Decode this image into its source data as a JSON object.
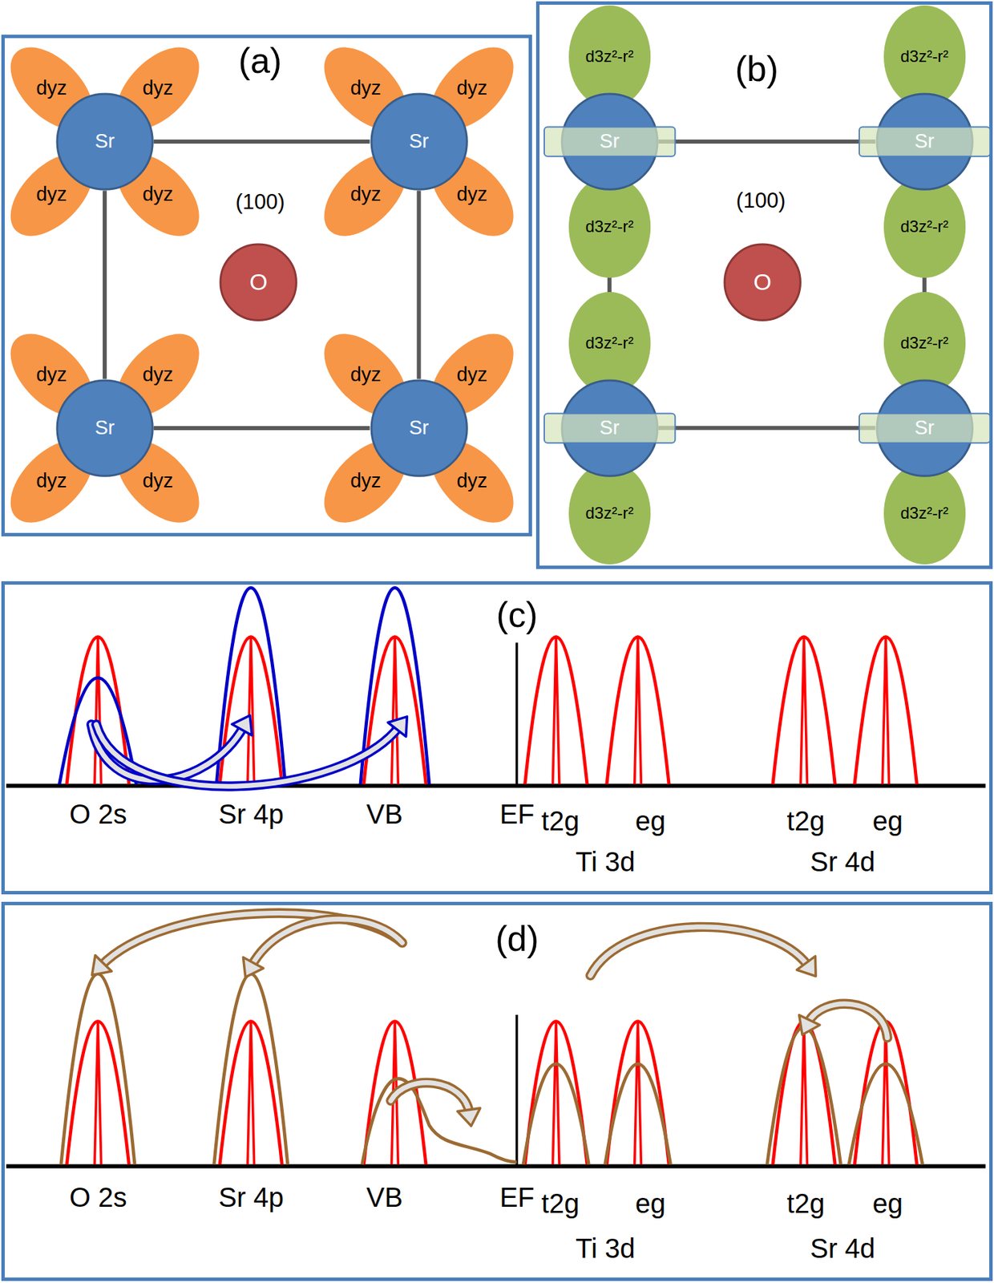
{
  "diagram": {
    "nodes": [
      {
        "text": [
          "(a)",
          "(100)"
        ]
      },
      {
        "text": [
          "Sr"
        ],
        "in": 0
      },
      {
        "text": [
          "Sr"
        ],
        "in": 0
      },
      {
        "text": [
          "Sr"
        ],
        "in": 0
      },
      {
        "text": [
          "Sr"
        ],
        "in": 0
      },
      {
        "text": [
          "dyz"
        ],
        "in": 0
      },
      {
        "text": [
          "dyz"
        ],
        "in": 0
      },
      {
        "text": [
          "dyz"
        ],
        "in": 0
      },
      {
        "text": [
          "dyz"
        ],
        "in": 0
      },
      {
        "text": [
          "dyz"
        ],
        "in": 0
      },
      {
        "text": [
          "dyz"
        ],
        "in": 0
      },
      {
        "text": [
          "dyz"
        ],
        "in": 0
      },
      {
        "text": [
          "dyz"
        ],
        "in": 0
      },
      {
        "text": [
          "dyz"
        ],
        "in": 0
      },
      {
        "text": [
          "dyz"
        ],
        "in": 0
      },
      {
        "text": [
          "dyz"
        ],
        "in": 0
      },
      {
        "text": [
          "dyz"
        ],
        "in": 0
      },
      {
        "text": [
          "dyz"
        ],
        "in": 0
      },
      {
        "text": [
          "dyz"
        ],
        "in": 0
      },
      {
        "text": [
          "dyz"
        ],
        "in": 0
      },
      {
        "text": [
          "dyz"
        ],
        "in": 0
      },
      {
        "text": [
          "O"
        ],
        "in": 0
      },
      {
        "text": [
          "(b)",
          "(100)"
        ]
      },
      {
        "text": [
          "Sr"
        ],
        "in": 22
      },
      {
        "text": [
          "Sr"
        ],
        "in": 22
      },
      {
        "text": [
          "Sr"
        ],
        "in": 22
      },
      {
        "text": [
          "Sr"
        ],
        "in": 22
      },
      {
        "text": [
          "d3z²-r²"
        ],
        "in": 22
      },
      {
        "text": [
          "d3z²-r²"
        ],
        "in": 22
      },
      {
        "text": [
          "d3z²-r²"
        ],
        "in": 22
      },
      {
        "text": [
          "d3z²-r²"
        ],
        "in": 22
      },
      {
        "text": [
          "d3z²-r²"
        ],
        "in": 22
      },
      {
        "text": [
          "d3z²-r²"
        ],
        "in": 22
      },
      {
        "text": [
          "d3z²-r²"
        ],
        "in": 22
      },
      {
        "text": [
          "d3z²-r²"
        ],
        "in": 22
      },
      {
        "text": [
          "O"
        ],
        "in": 22
      },
      {
        "text": [
          "(c)"
        ]
      },
      {
        "text": [
          "(d)"
        ]
      }
    ],
    "edges": [
      {
        "from": 1,
        "to": 2,
        "arrow": "none"
      },
      {
        "from": 1,
        "to": 3,
        "arrow": "none"
      },
      {
        "from": 2,
        "to": 4,
        "arrow": "none"
      },
      {
        "from": 3,
        "to": 4,
        "arrow": "none"
      },
      {
        "from": 23,
        "to": 24,
        "arrow": "none"
      },
      {
        "from": 23,
        "to": 25,
        "arrow": "none"
      },
      {
        "from": 24,
        "to": 26,
        "arrow": "none"
      },
      {
        "from": 25,
        "to": 26,
        "arrow": "none"
      }
    ],
    "labels": [
      "O 2s",
      "Sr 4p",
      "VB",
      "EF",
      "t2g",
      "eg",
      "Ti 3d",
      "t2g",
      "eg",
      "Sr 4d",
      "O 2s",
      "Sr 4p",
      "VB",
      "EF",
      "t2g",
      "eg",
      "Ti 3d",
      "t2g",
      "eg",
      "Sr 4d"
    ]
  }
}
